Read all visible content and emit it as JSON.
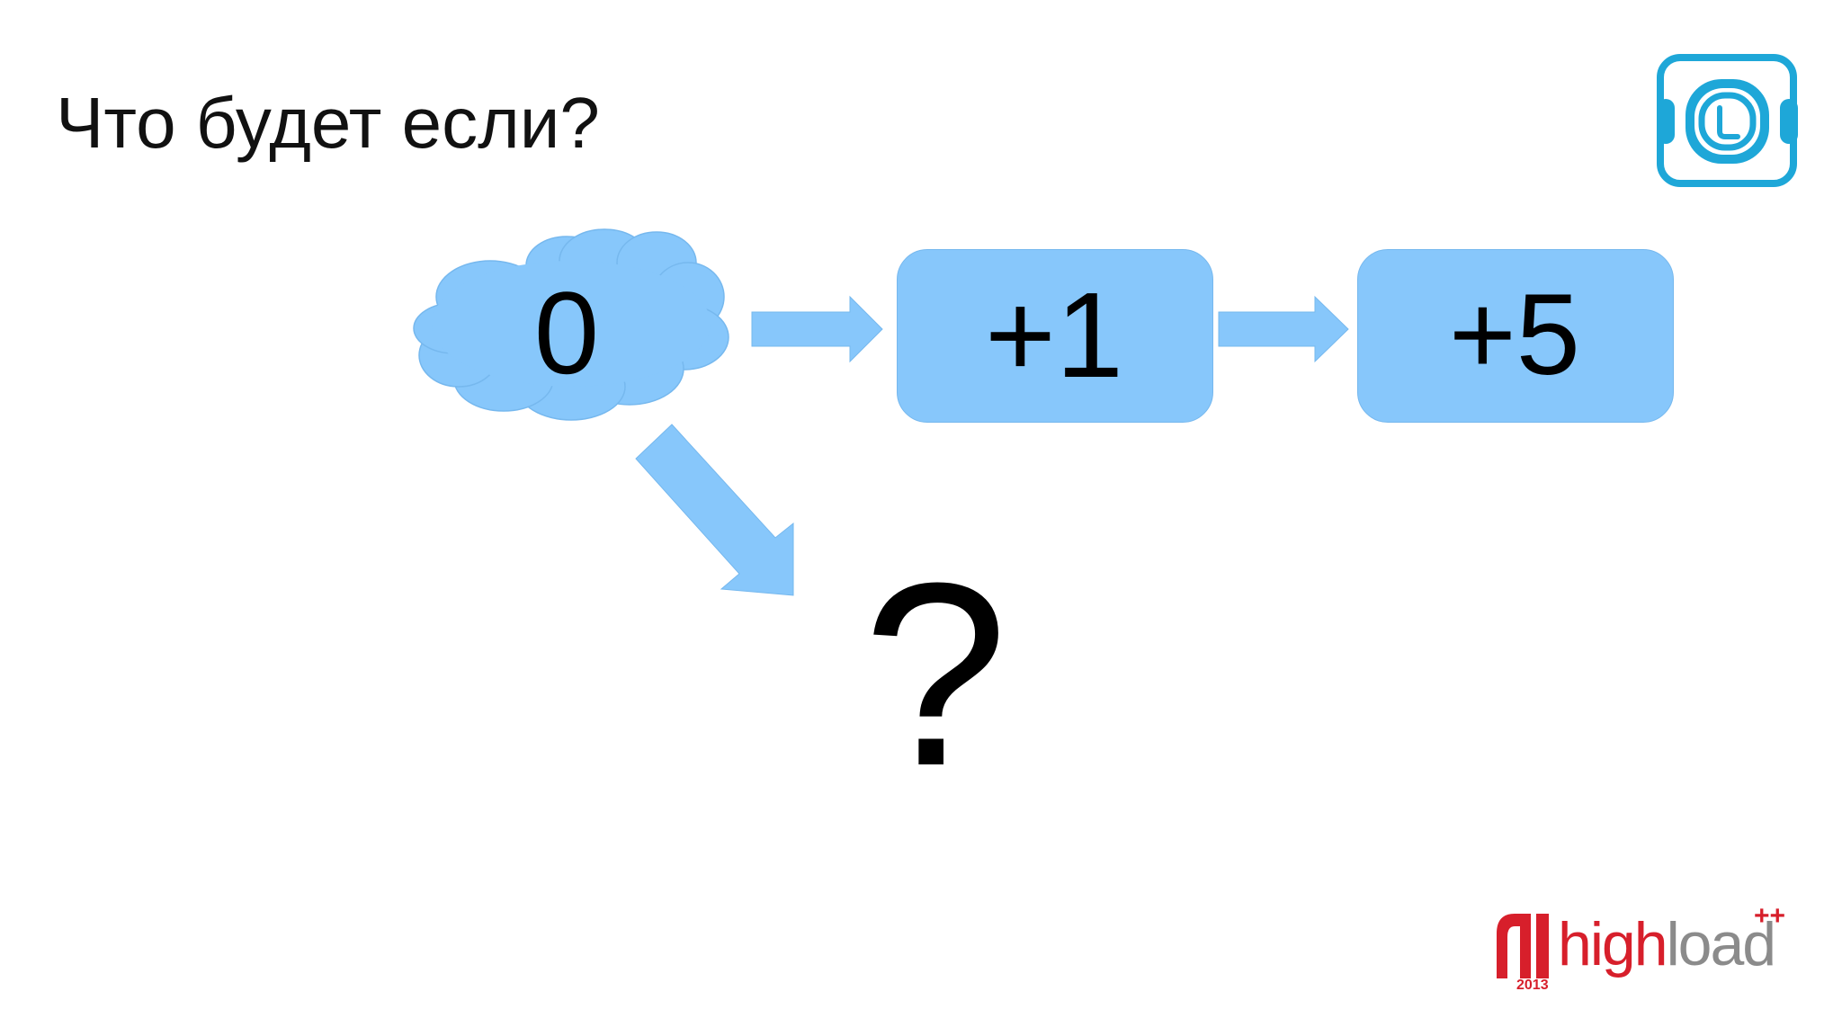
{
  "slide": {
    "title": "Что будет если?"
  },
  "diagram": {
    "start_node": "0",
    "step1": "+1",
    "step2": "+5",
    "result": "?"
  },
  "branding": {
    "conference_logo_high": "high",
    "conference_logo_load": "load",
    "conference_logo_plus": "++",
    "conference_year": "2013",
    "top_logo_icon": "company-logo-icon"
  },
  "colors": {
    "node_fill": "#87c7fb",
    "arrow_fill": "#87c7fb",
    "logo_blue": "#1ea7d8",
    "brand_red": "#d71f2b",
    "brand_gray": "#8b8b8b"
  }
}
